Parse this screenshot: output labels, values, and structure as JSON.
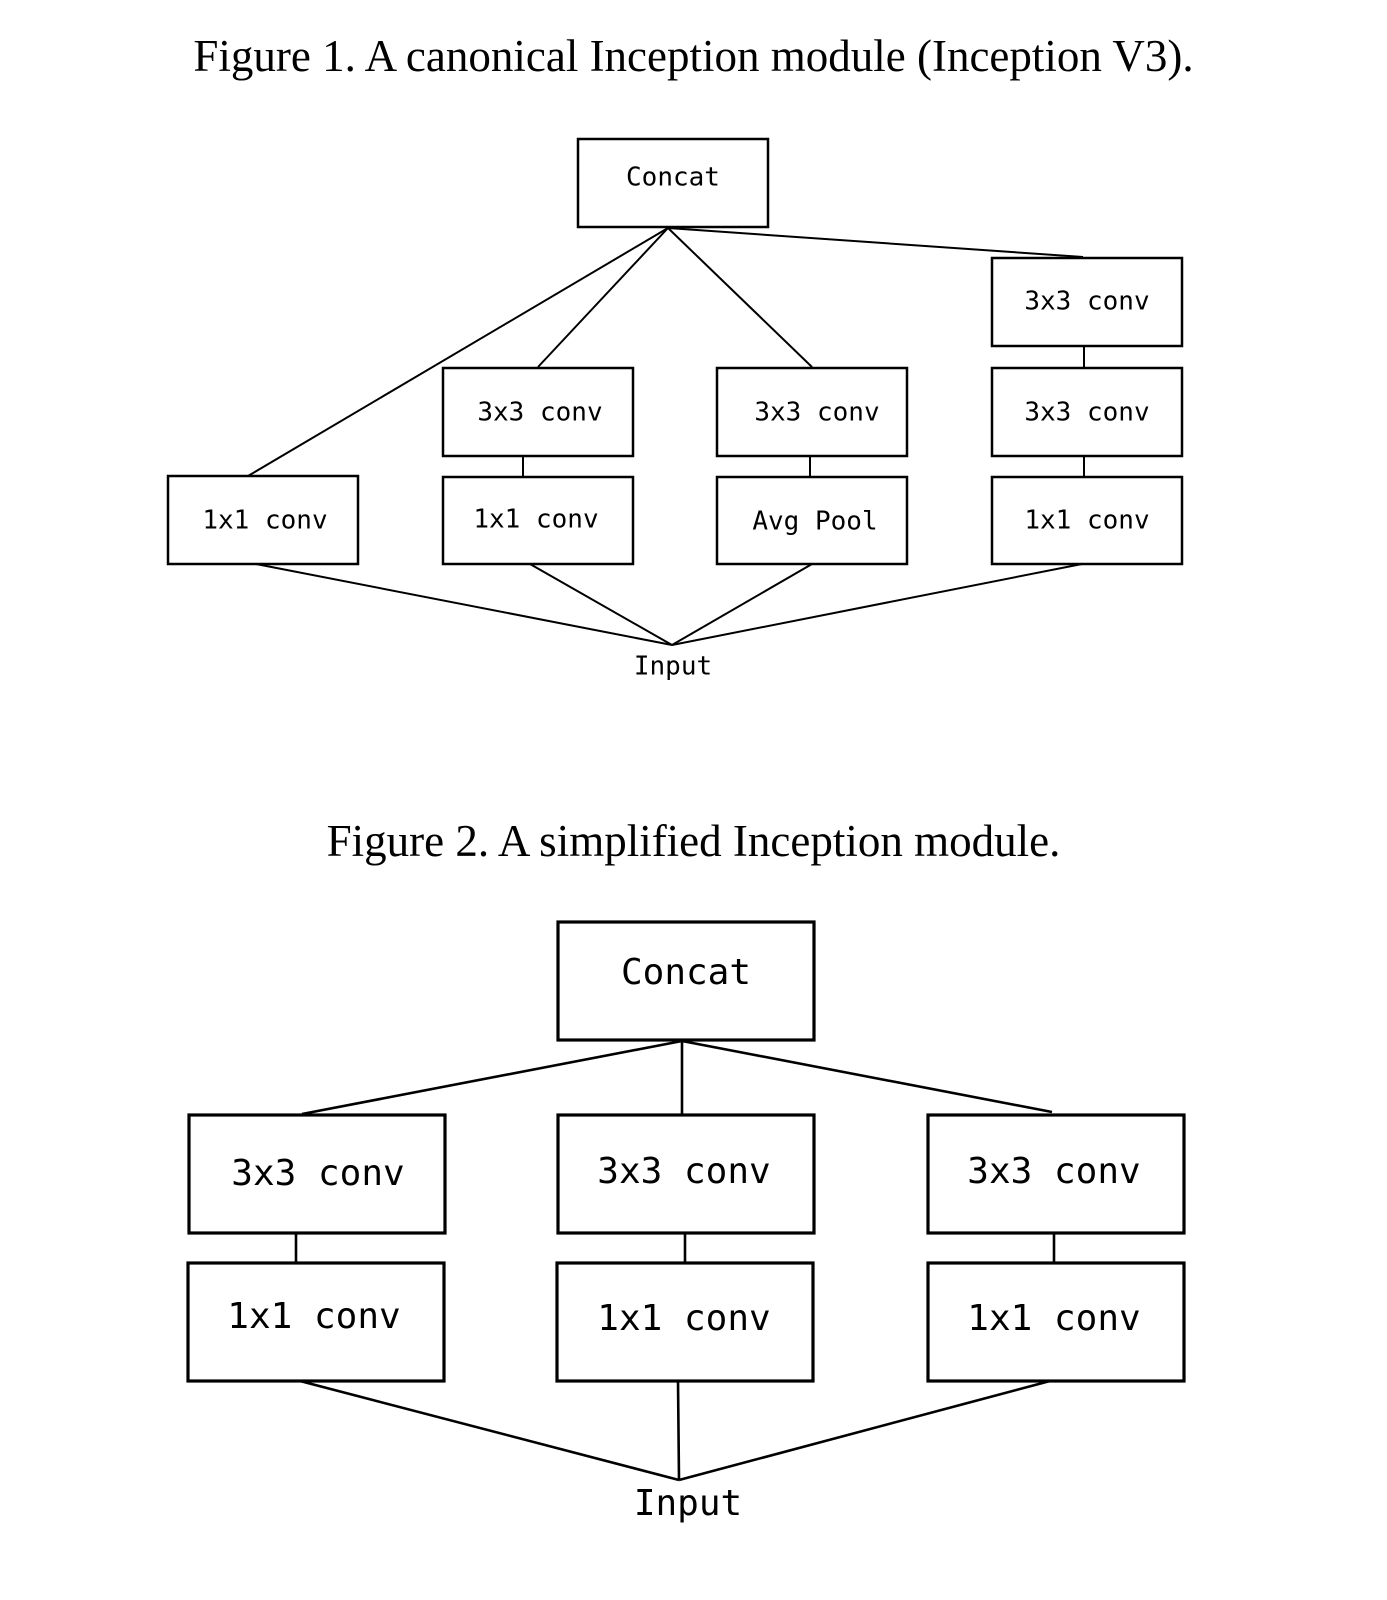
{
  "figure1": {
    "caption": "Figure 1. A canonical Inception module (Inception V3).",
    "concat": "Concat",
    "input": "Input",
    "branch1": {
      "bottom": "1x1 conv"
    },
    "branch2": {
      "top": "3x3 conv",
      "bottom": "1x1 conv"
    },
    "branch3": {
      "top": "3x3 conv",
      "bottom": "Avg Pool"
    },
    "branch4": {
      "top": "3x3 conv",
      "middle": "3x3 conv",
      "bottom": "1x1 conv"
    }
  },
  "figure2": {
    "caption": "Figure 2. A simplified Inception module.",
    "concat": "Concat",
    "input": "Input",
    "branch1": {
      "top": "3x3 conv",
      "bottom": "1x1 conv"
    },
    "branch2": {
      "top": "3x3 conv",
      "bottom": "1x1 conv"
    },
    "branch3": {
      "top": "3x3 conv",
      "bottom": "1x1 conv"
    }
  }
}
